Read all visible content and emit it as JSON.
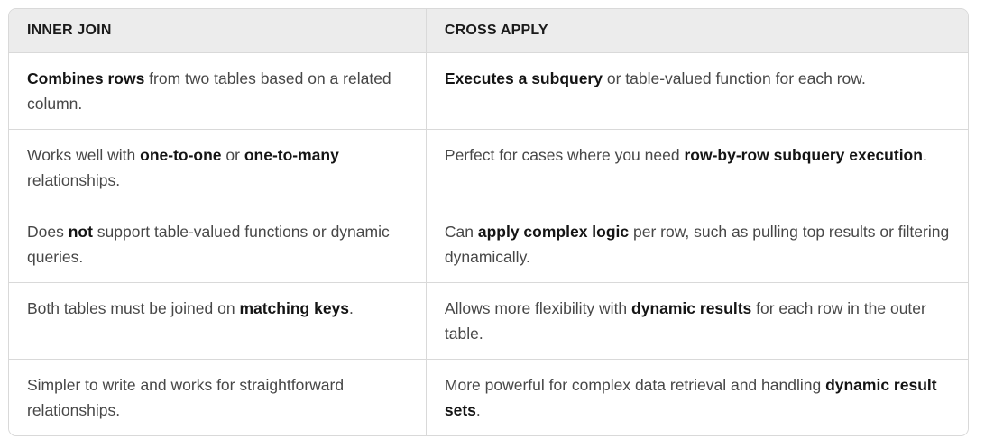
{
  "colors": {
    "page_bg": "#ffffff",
    "table_border": "#d9d9d9",
    "header_bg": "#ececec",
    "header_text": "#1a1a1a",
    "body_text": "#474747",
    "bold_text": "#141414"
  },
  "table": {
    "headers": [
      {
        "label": "INNER JOIN"
      },
      {
        "label": "CROSS APPLY"
      }
    ],
    "rows": [
      {
        "inner_join": [
          {
            "t": "Combines rows",
            "b": true
          },
          {
            "t": " from two tables based on a related column.",
            "b": false
          }
        ],
        "cross_apply": [
          {
            "t": "Executes a subquery",
            "b": true
          },
          {
            "t": " or table-valued function for each row.",
            "b": false
          }
        ]
      },
      {
        "inner_join": [
          {
            "t": "Works well with ",
            "b": false
          },
          {
            "t": "one-to-one",
            "b": true
          },
          {
            "t": " or ",
            "b": false
          },
          {
            "t": "one-to-many",
            "b": true
          },
          {
            "t": " relationships.",
            "b": false
          }
        ],
        "cross_apply": [
          {
            "t": "Perfect for cases where you need ",
            "b": false
          },
          {
            "t": "row-by-row subquery execution",
            "b": true
          },
          {
            "t": ".",
            "b": false
          }
        ]
      },
      {
        "inner_join": [
          {
            "t": "Does ",
            "b": false
          },
          {
            "t": "not",
            "b": true
          },
          {
            "t": " support table-valued functions or dynamic queries.",
            "b": false
          }
        ],
        "cross_apply": [
          {
            "t": "Can ",
            "b": false
          },
          {
            "t": "apply complex logic",
            "b": true
          },
          {
            "t": " per row, such as pulling top results or filtering dynamically.",
            "b": false
          }
        ]
      },
      {
        "inner_join": [
          {
            "t": "Both tables must be joined on ",
            "b": false
          },
          {
            "t": "matching keys",
            "b": true
          },
          {
            "t": ".",
            "b": false
          }
        ],
        "cross_apply": [
          {
            "t": "Allows more flexibility with ",
            "b": false
          },
          {
            "t": "dynamic results",
            "b": true
          },
          {
            "t": " for each row in the outer table.",
            "b": false
          }
        ]
      },
      {
        "inner_join": [
          {
            "t": "Simpler to write and works for straightforward relationships.",
            "b": false
          }
        ],
        "cross_apply": [
          {
            "t": "More powerful for complex data retrieval and handling ",
            "b": false
          },
          {
            "t": "dynamic result sets",
            "b": true
          },
          {
            "t": ".",
            "b": false
          }
        ]
      }
    ]
  }
}
